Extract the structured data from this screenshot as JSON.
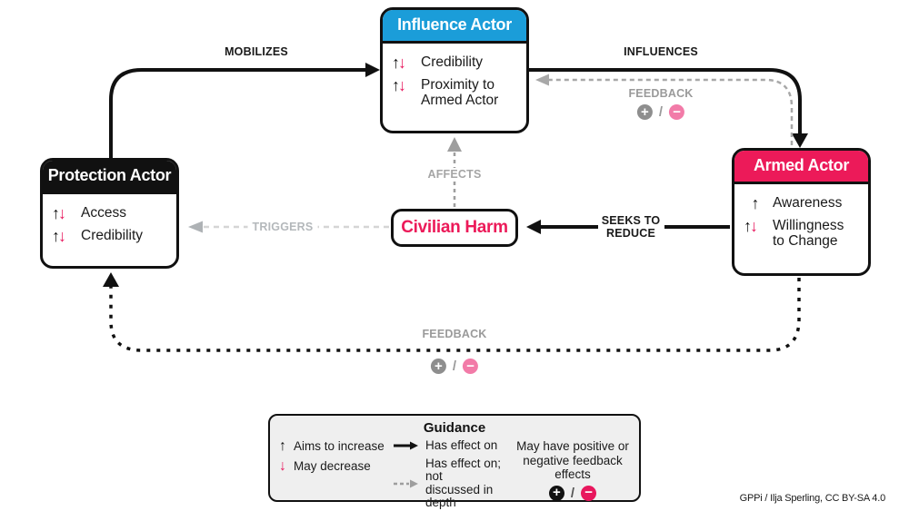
{
  "colors": {
    "blue": "#1B9DD9",
    "pink": "#EC1A59",
    "pink_light": "#F27BA8",
    "gray": "#9A9A9A",
    "gray_light": "#B4B8BB",
    "black": "#111111"
  },
  "icons": {
    "up_arrow": "↑",
    "down_arrow": "↓",
    "plus": "+",
    "minus": "−",
    "slash": "/",
    "solid_arrow": "solid-arrow-icon",
    "dashed_arrow": "dashed-arrow-icon"
  },
  "nodes": {
    "influence": {
      "title": "Influence Actor",
      "items": [
        {
          "label": "Credibility"
        },
        {
          "label": "Proximity to Armed Actor"
        }
      ]
    },
    "armed": {
      "title": "Armed Actor",
      "items": [
        {
          "label": "Awareness"
        },
        {
          "label": "Willingness to Change"
        }
      ]
    },
    "protection": {
      "title": "Protection Actor",
      "items": [
        {
          "label": "Access"
        },
        {
          "label": "Credibility"
        }
      ]
    },
    "civilian_harm": {
      "title": "Civilian Harm"
    }
  },
  "edges": {
    "mobilizes": "MOBILIZES",
    "influences": "INFLUENCES",
    "feedback_top": "FEEDBACK",
    "affects": "AFFECTS",
    "triggers": "TRIGGERS",
    "seeks_line1": "SEEKS TO",
    "seeks_line2": "REDUCE",
    "feedback_bottom": "FEEDBACK"
  },
  "guidance": {
    "title": "Guidance",
    "aims": "Aims to increase",
    "decrease": "May decrease",
    "effect": "Has effect on",
    "effect_dashed_line1": "Has effect on; not",
    "effect_dashed_line2": "discussed in depth",
    "feedback_line1": "May have positive or",
    "feedback_line2": "negative feedback effects"
  },
  "attribution": "GPPi / Ilja Sperling, CC BY-SA 4.0"
}
